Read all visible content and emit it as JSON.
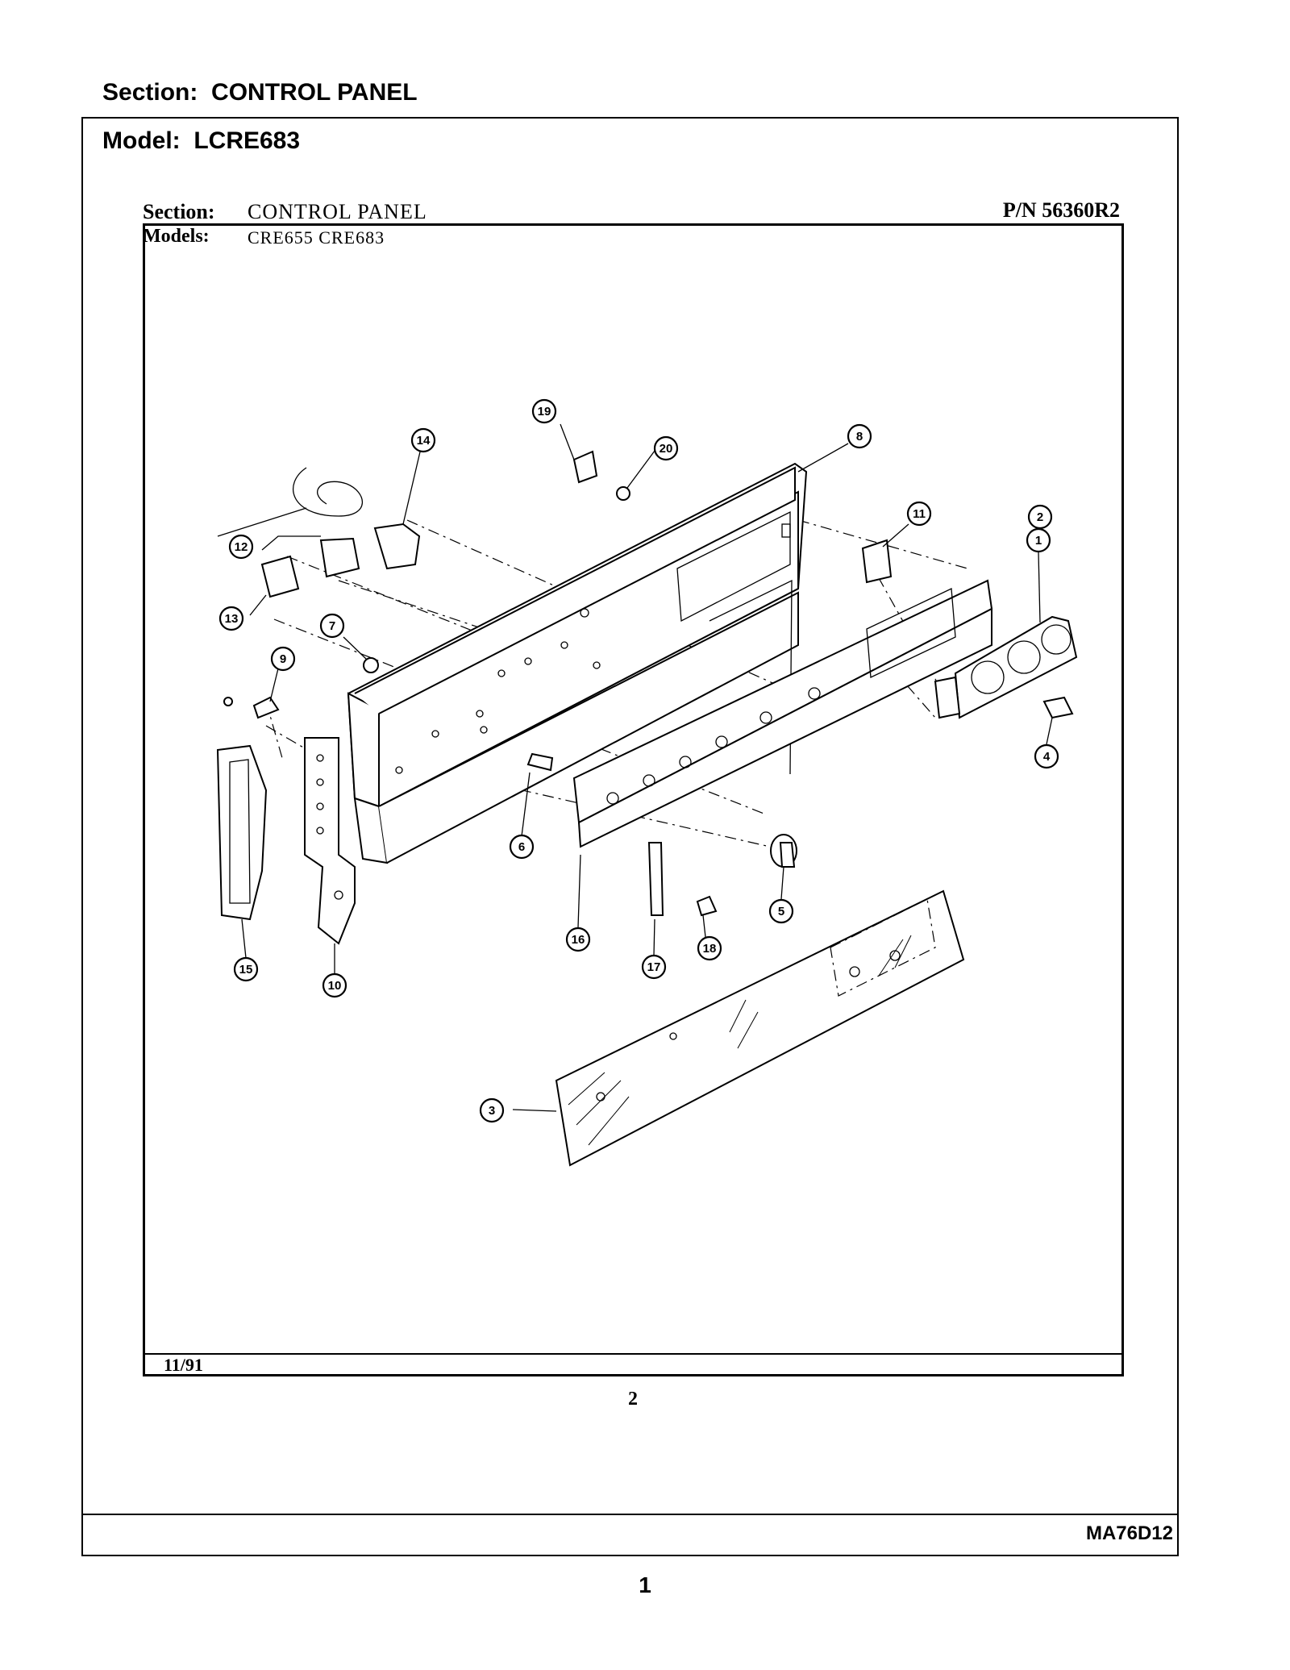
{
  "header": {
    "section_label": "Section:",
    "section_value": "CONTROL PANEL",
    "model_label": "Model:",
    "model_value": "LCRE683"
  },
  "inner": {
    "section_label": "Section:",
    "section_value": "CONTROL PANEL",
    "part_number": "P/N 56360R2",
    "models_label": "Models:",
    "models_value": "CRE655  CRE683",
    "date": "11/91",
    "page": "2"
  },
  "footer": {
    "form_code": "MA76D12",
    "page": "1"
  },
  "callouts": [
    "1",
    "2",
    "3",
    "4",
    "5",
    "6",
    "7",
    "8",
    "9",
    "10",
    "11",
    "12",
    "13",
    "14",
    "15",
    "16",
    "17",
    "18",
    "19",
    "20"
  ]
}
